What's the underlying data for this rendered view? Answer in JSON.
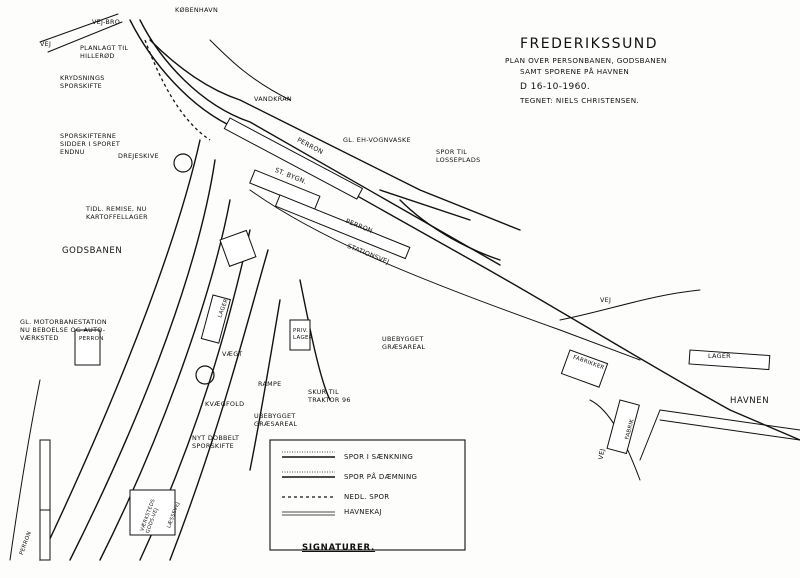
{
  "title": {
    "main": "FREDERIKSSUND",
    "line1": "PLAN OVER PERSONBANEN, GODSBANEN",
    "line2": "SAMT SPORENE PÅ HAVNEN",
    "date": "D 16-10-1960.",
    "drawn_by": "TEGNET: NIELS CHRISTENSEN."
  },
  "labels": {
    "kobenhavn": "KØBENHAVN",
    "vej_bro": "VEJ-BRO",
    "vej_top": "VEJ",
    "planlagt": "PLANLAGT TIL\nHILLERØD",
    "krydsnings": "KRYDSNINGS\nSPORSKIFTE",
    "sporskifterne": "SPORSKIFTERNE\nSIDDER I SPORET\nENDNU",
    "drejeskive": "DREJESKIVE",
    "vandkran": "VANDKRAN",
    "gl_vognvaske": "GL. EH-VOGNVASKE",
    "spor_til": "SPOR TIL\nLOSSEPLADS",
    "perron_top": "PERRON",
    "stbygn": "ST. BYGN.",
    "perron_mid": "PERRON",
    "stationsvej": "STATIONSVEJ",
    "tidl_remise": "TIDL. REMISE, NU\nKARTOFFELLAGER",
    "godsbanen": "GODSBANEN",
    "gl_motorbane": "GL. MOTORBANESTATION\nNU BEBOELSE OG AUTO-\nVÆRKSTED",
    "perron_left": "PERRON",
    "lagerhus": "LAGER",
    "privlager": "PRIV.\nLAGER",
    "vægt": "VÆGT",
    "rampe": "RAMPE",
    "kvaegfold": "KVÆGFOLD",
    "nyt_sporskifte": "NYT DOBBELT\nSPORSKIFTE",
    "skur": "SKUR TIL\nTRAKTOR 96",
    "ubebygget1": "UBEBYGGET\nGRÆSAREAL",
    "ubebygget2": "UBEBYGGET\nGRÆSAREAL",
    "fabrik1": "FABRIKKER",
    "vej_mid": "VEJ",
    "vej_low": "VEJ",
    "lager_right": "LAGER",
    "havnen": "HAVNEN",
    "fabrik2": "FABRIK",
    "perron_bottom": "PERRON",
    "vaerkstedsvej": "VÆRKSTEDS\nGODS-VEJ",
    "lossevej": "LÆSSEVEJ"
  },
  "legend": {
    "items": [
      {
        "label": "SPOR I SÆNKNING"
      },
      {
        "label": "SPOR PÅ DÆMNING"
      },
      {
        "label": "NEDL. SPOR"
      },
      {
        "label": "HAVNEKAJ"
      }
    ],
    "caption": "SIGNATURER."
  },
  "colors": {
    "ink": "#111111",
    "paper": "#fdfdfb"
  }
}
